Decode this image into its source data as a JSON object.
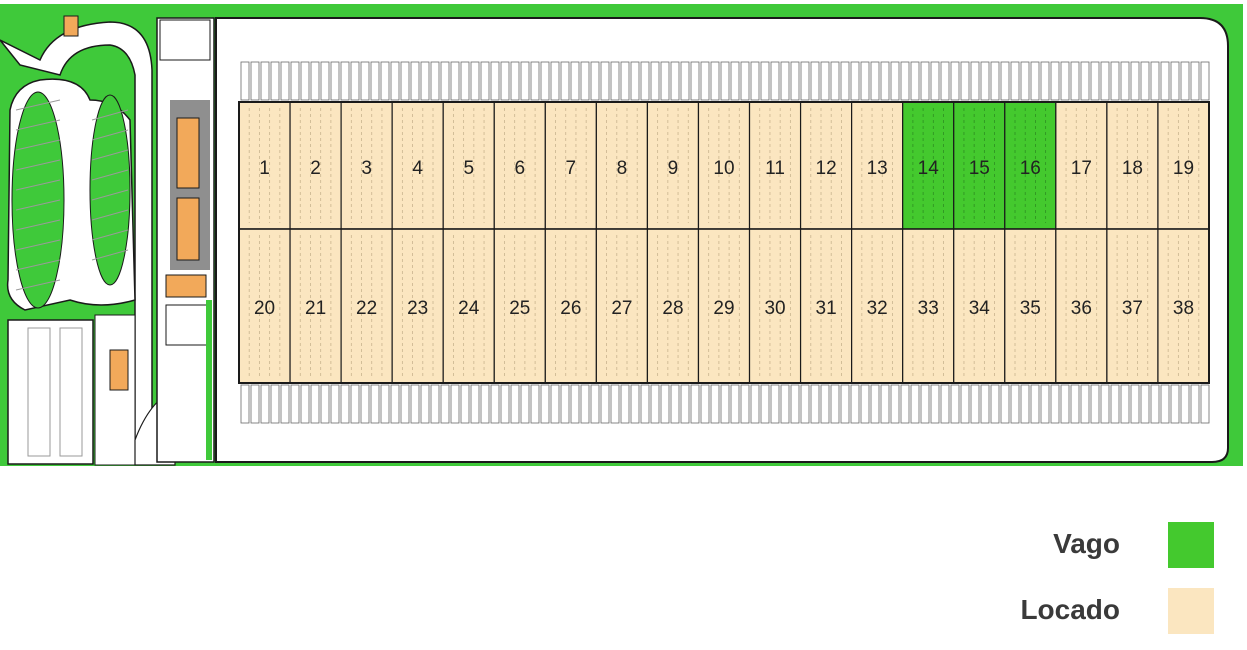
{
  "colors": {
    "vago": "#44c92e",
    "locado": "#fbe6c0",
    "site_green": "#3fc93a",
    "outline": "#1a1a1a",
    "orange_building": "#f2a95a",
    "grey_road": "#8f8f8f"
  },
  "units": {
    "top_row": [
      {
        "label": "1",
        "status": "locado"
      },
      {
        "label": "2",
        "status": "locado"
      },
      {
        "label": "3",
        "status": "locado"
      },
      {
        "label": "4",
        "status": "locado"
      },
      {
        "label": "5",
        "status": "locado"
      },
      {
        "label": "6",
        "status": "locado"
      },
      {
        "label": "7",
        "status": "locado"
      },
      {
        "label": "8",
        "status": "locado"
      },
      {
        "label": "9",
        "status": "locado"
      },
      {
        "label": "10",
        "status": "locado"
      },
      {
        "label": "11",
        "status": "locado"
      },
      {
        "label": "12",
        "status": "locado"
      },
      {
        "label": "13",
        "status": "locado"
      },
      {
        "label": "14",
        "status": "vago"
      },
      {
        "label": "15",
        "status": "vago"
      },
      {
        "label": "16",
        "status": "vago"
      },
      {
        "label": "17",
        "status": "locado"
      },
      {
        "label": "18",
        "status": "locado"
      },
      {
        "label": "19",
        "status": "locado"
      }
    ],
    "bottom_row": [
      {
        "label": "20",
        "status": "locado"
      },
      {
        "label": "21",
        "status": "locado"
      },
      {
        "label": "22",
        "status": "locado"
      },
      {
        "label": "23",
        "status": "locado"
      },
      {
        "label": "24",
        "status": "locado"
      },
      {
        "label": "25",
        "status": "locado"
      },
      {
        "label": "26",
        "status": "locado"
      },
      {
        "label": "27",
        "status": "locado"
      },
      {
        "label": "28",
        "status": "locado"
      },
      {
        "label": "29",
        "status": "locado"
      },
      {
        "label": "30",
        "status": "locado"
      },
      {
        "label": "31",
        "status": "locado"
      },
      {
        "label": "32",
        "status": "locado"
      },
      {
        "label": "33",
        "status": "locado"
      },
      {
        "label": "34",
        "status": "locado"
      },
      {
        "label": "35",
        "status": "locado"
      },
      {
        "label": "36",
        "status": "locado"
      },
      {
        "label": "37",
        "status": "locado"
      },
      {
        "label": "38",
        "status": "locado"
      }
    ]
  },
  "legend": {
    "vago": "Vago",
    "locado": "Locado"
  }
}
